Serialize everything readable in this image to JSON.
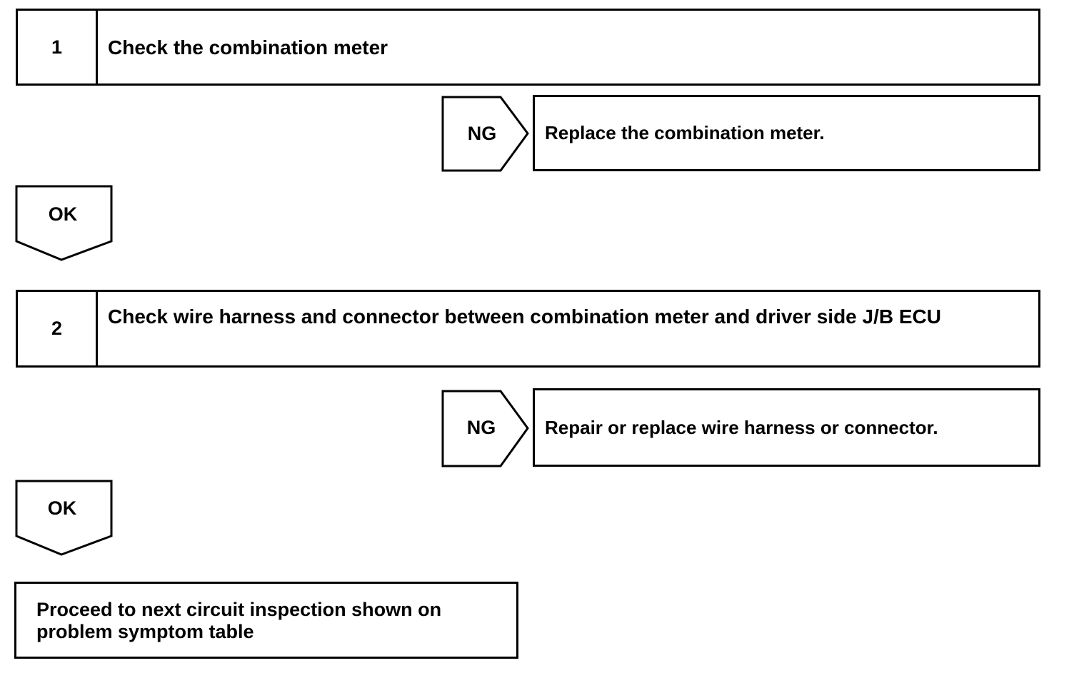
{
  "steps": [
    {
      "number": "1",
      "title": "Check the combination meter"
    },
    {
      "number": "2",
      "title": "Check wire harness and connector between combination meter and driver side J/B ECU"
    }
  ],
  "branches": [
    {
      "ng_label": "NG",
      "ng_action": "Replace the combination meter.",
      "ok_label": "OK"
    },
    {
      "ng_label": "NG",
      "ng_action": "Repair or replace wire harness or connector.",
      "ok_label": "OK"
    }
  ],
  "final": {
    "text": "Proceed to next circuit inspection shown on problem symptom table"
  }
}
